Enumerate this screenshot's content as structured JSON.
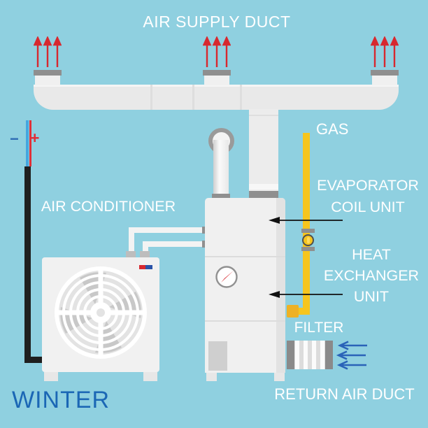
{
  "diagram": {
    "season_label": "WINTER",
    "scene": "HVAC winter heating system diagram"
  },
  "labels": {
    "air_supply_duct": "AIR SUPPLY DUCT",
    "air_conditioner": "AIR CONDITIONER",
    "gas": "GAS",
    "evaporator_coil_unit": "EVAPORATOR COIL UNIT",
    "heat_exchanger_unit": "HEAT EXCHANGER UNIT",
    "filter": "FILTER",
    "return_air_duct": "RETURN AIR DUCT",
    "winter": "WINTER",
    "wire_minus": "−",
    "wire_plus": "+"
  },
  "icons": {
    "supply_airflow": "three red arrows pointing up (x3 vents)",
    "return_airflow": "three blue arrows pointing left",
    "evaporator_pointer": "black arrow pointing left at furnace top",
    "heat_exchanger_pointer": "black arrow pointing left at furnace middle",
    "fan": "condenser fan grille",
    "gauge": "pressure gauge with red needle",
    "gas_valve": "inline valve on gas pipe"
  },
  "colors": {
    "background": "#8fd0e0",
    "duct_gray": "#e9e9e9",
    "metal_cap_gray": "#8f8f8f",
    "unit_white": "#f0f0f0",
    "supply_arrow_red": "#d7282f",
    "return_arrow_blue": "#2a63b8",
    "gas_yellow": "#f6c51e",
    "winter_blue": "#1b67b5",
    "label_white": "#ffffff",
    "wire_black": "#1f1f1f",
    "wire_blue": "#45a7e0",
    "wire_red": "#e03038"
  }
}
